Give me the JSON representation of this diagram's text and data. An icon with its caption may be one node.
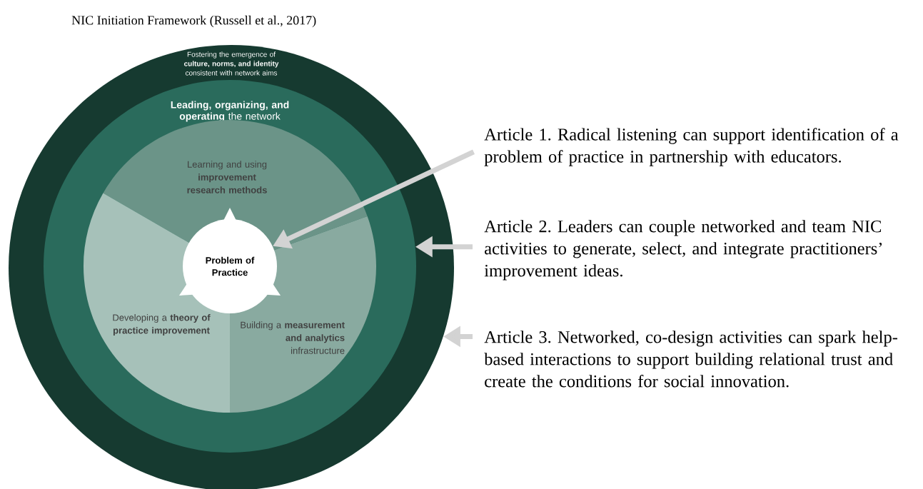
{
  "diagram": {
    "title": "NIC Initiation Framework (Russell et al., 2017)",
    "nodes": [
      {
        "text": [
          "Fostering the emergence of **culture, norms, and identity** consistent with network aims"
        ]
      },
      {
        "text": [
          "**Leading, organizing, and operating** the network"
        ],
        "in": 0
      },
      {
        "text": [
          "Learning and using **improvement research methods**"
        ],
        "in": 1
      },
      {
        "text": [
          "Developing a **theory of practice improvement**"
        ],
        "in": 1
      },
      {
        "text": [
          "Building a **measurement and analytics** infrastructure"
        ],
        "in": 1
      },
      {
        "text": [
          "Problem of Practice"
        ],
        "in": 1
      },
      {
        "text": [
          "Article 1. Radical listening can support identification of a problem of practice in partnership with educators."
        ]
      },
      {
        "text": [
          "Article 2. Leaders can couple networked and team NIC activities to generate, select, and integrate practitioners’ improvement ideas."
        ]
      },
      {
        "text": [
          "Article 3. Networked, co-design activities can spark help-based interactions to support building relational trust and create the conditions for social innovation."
        ]
      }
    ],
    "edges": [
      {
        "from": 6,
        "to": 5,
        "arrow": "to"
      },
      {
        "from": 7,
        "to": 1,
        "arrow": "to"
      },
      {
        "from": 8,
        "to": 0,
        "arrow": "to"
      }
    ]
  }
}
